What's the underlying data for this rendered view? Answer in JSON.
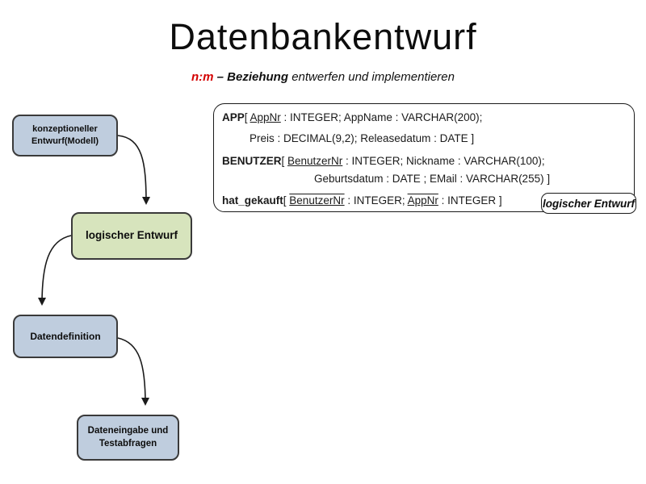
{
  "slide": {
    "title": "Datenbankentwurf",
    "subtitle": {
      "term": "n:m",
      "dash_bold": " – Beziehung ",
      "rest": "entwerfen und implementieren"
    }
  },
  "colors": {
    "accent_red": "#d40000",
    "box_blue": "#bfcdde",
    "box_green": "#d7e4bd",
    "box_border": "#3a3a3a",
    "schema_border": "#1a1a1a"
  },
  "flowchart": {
    "boxes": [
      {
        "line1": "konzeptioneller",
        "line2": "Entwurf(Modell)"
      },
      {
        "line1": "logischer Entwurf",
        "line2": ""
      },
      {
        "line1": "Datendefinition",
        "line2": ""
      },
      {
        "line1": "Dateneingabe und",
        "line2": "Testabfragen"
      }
    ]
  },
  "schema": {
    "line1": {
      "rel": "APP",
      "bracket": "[ ",
      "pk": "AppNr",
      "rest": " : INTEGER; AppName : VARCHAR(200);"
    },
    "line2": {
      "text": "Preis : DECIMAL(9,2); Releasedatum : DATE ]"
    },
    "line3": {
      "rel": "BENUTZER",
      "bracket": "[ ",
      "pk": "BenutzerNr",
      "rest": " : INTEGER; Nickname : VARCHAR(100);"
    },
    "line4": {
      "text": "Geburtsdatum : DATE ; EMail : VARCHAR(255) ]"
    },
    "line5": {
      "rel": "hat_gekauft",
      "bracket": "[ ",
      "key1": "BenutzerNr",
      "mid": " : INTEGER; ",
      "key2": "AppNr",
      "end": " : INTEGER ]"
    },
    "tag": "logischer Entwurf"
  }
}
